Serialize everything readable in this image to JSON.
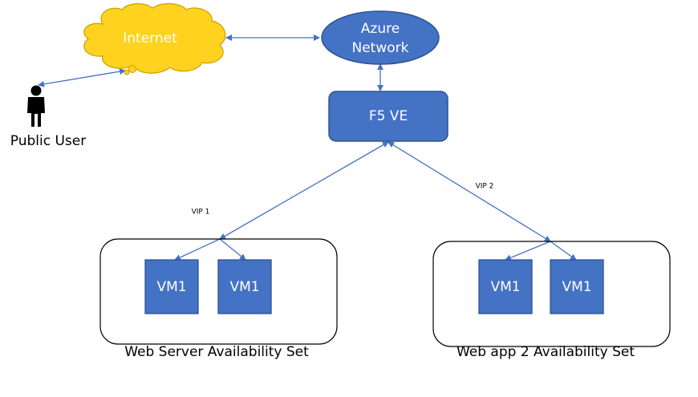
{
  "diagram": {
    "nodes": {
      "internet": "Internet",
      "azure_network_line1": "Azure",
      "azure_network_line2": "Network",
      "f5": "F5 VE",
      "public_user": "Public User",
      "vm_a1": "VM1",
      "vm_a2": "VM1",
      "vm_b1": "VM1",
      "vm_b2": "VM1"
    },
    "groups": {
      "web_server_set": "Web Server Availability Set",
      "web_app2_set": "Web app 2 Availability Set"
    },
    "edge_labels": {
      "vip1": "VIP 1",
      "vip2": "VIP 2"
    },
    "colors": {
      "cloud_fill": "#FFD21F",
      "cloud_stroke": "#C9A100",
      "node_fill": "#4472C4",
      "node_stroke": "#2F528F",
      "edge": "#4472C4",
      "group_stroke": "#000000"
    }
  }
}
